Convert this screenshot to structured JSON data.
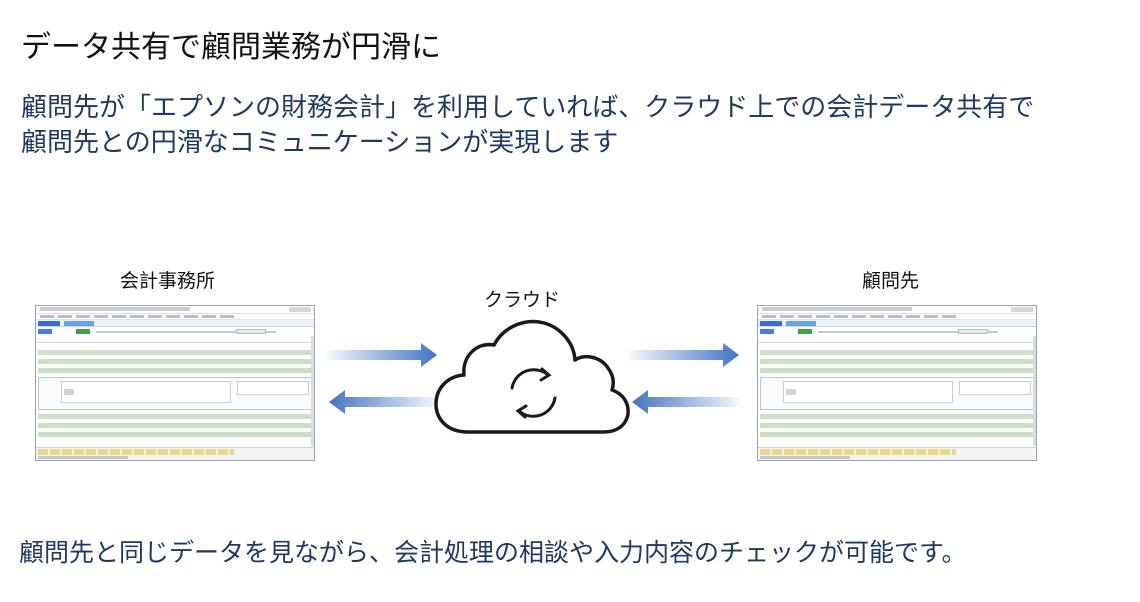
{
  "title": "データ共有で顧問業務が円滑に",
  "subtitle": {
    "line1": "顧問先が「エプソンの財務会計」を利用していれば、クラウド上での会計データ共有で",
    "line2": "顧問先との円滑なコミュニケーションが実現します"
  },
  "diagram": {
    "left_label": "会計事務所",
    "right_label": "顧問先",
    "center_label": "クラウド"
  },
  "footer": "顧問先と同じデータを見ながら、会計処理の相談や入力内容のチェックが可能です。",
  "colors": {
    "heading_blue": "#1f3864",
    "arrow_blue": "#4472c4",
    "cloud_stroke": "#1a1a1a",
    "row_green": "#c9e0c6"
  },
  "icons": {
    "cloud": "cloud-sync-icon",
    "sync": "sync-arrows-icon"
  }
}
